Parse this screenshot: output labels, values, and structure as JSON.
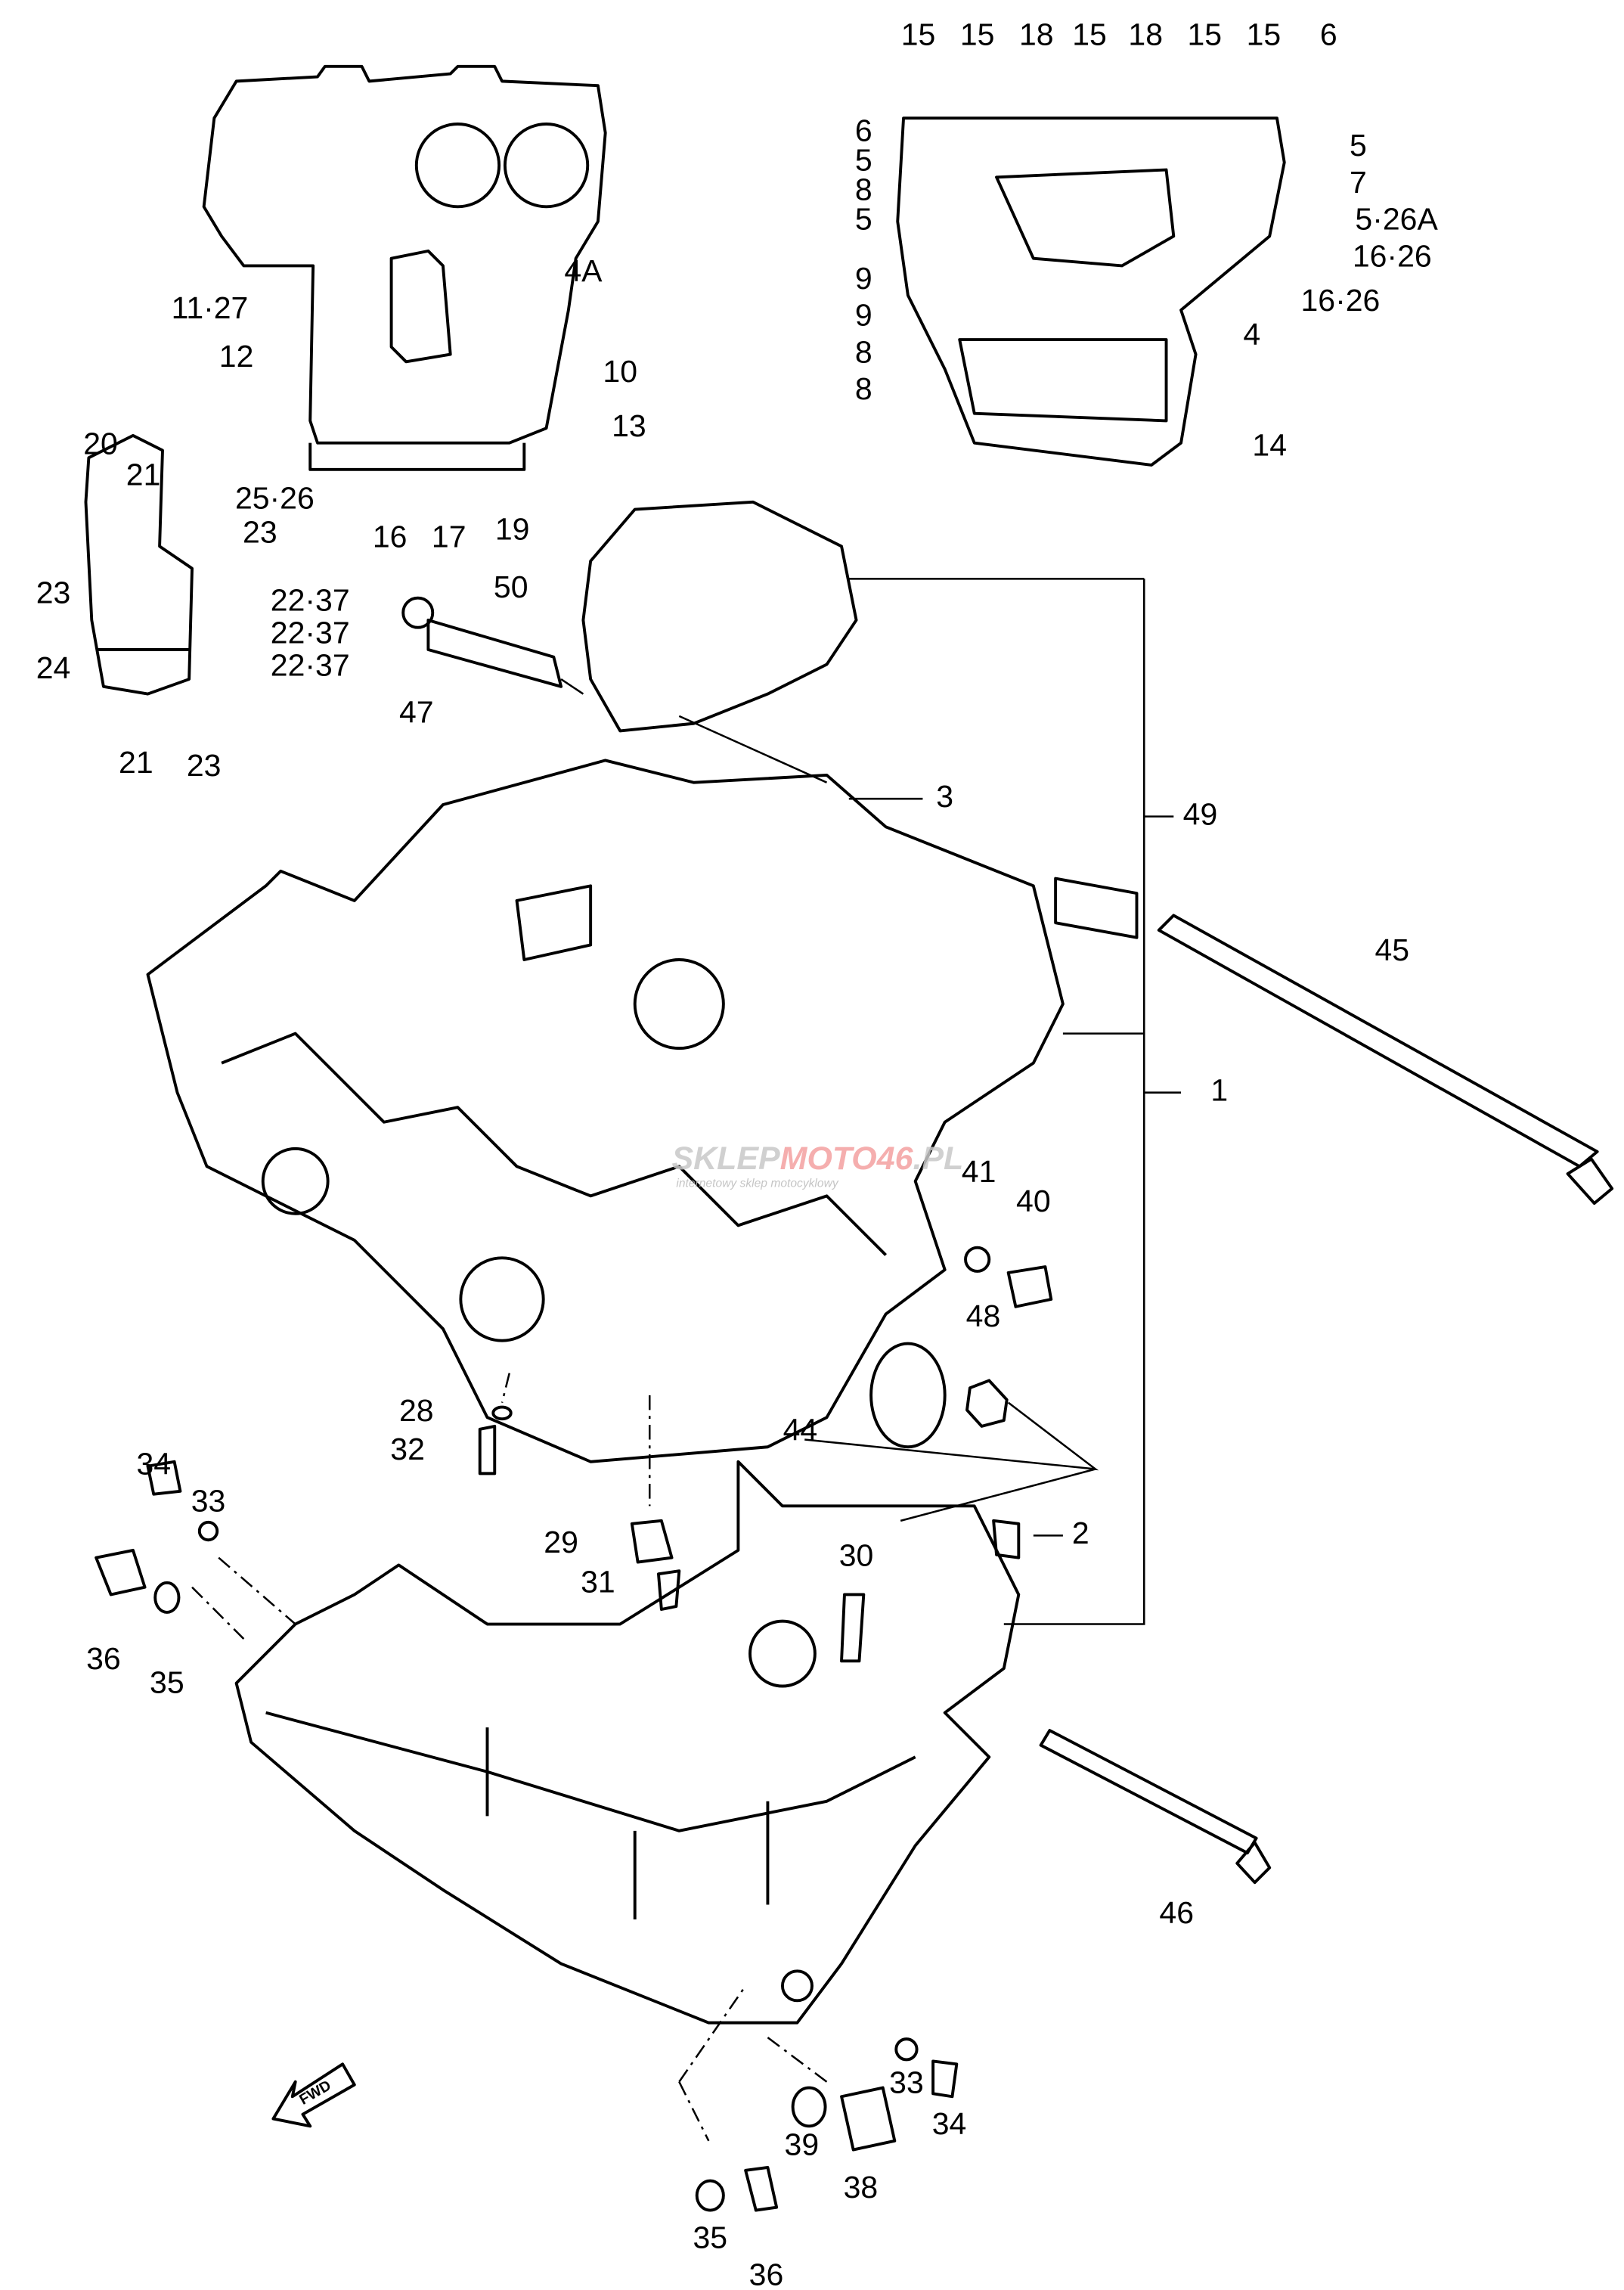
{
  "labels": [
    "15",
    "15",
    "18",
    "15",
    "18",
    "15",
    "15",
    "6",
    "6",
    "5",
    "8",
    "5",
    "9",
    "9",
    "8",
    "8",
    "5",
    "7",
    "5·26A",
    "16·26",
    "16·26",
    "4",
    "14",
    "4A",
    "11·27",
    "12",
    "10",
    "13",
    "16",
    "17",
    "19",
    "20",
    "21",
    "25·26",
    "23",
    "23",
    "22·37",
    "22·37",
    "22·37",
    "24",
    "21",
    "23",
    "50",
    "47",
    "3",
    "49",
    "45",
    "1",
    "41",
    "40",
    "48",
    "28",
    "32",
    "44",
    "29",
    "31",
    "2",
    "30",
    "34",
    "33",
    "36",
    "35",
    "46",
    "33",
    "34",
    "39",
    "38",
    "35",
    "36"
  ],
  "fwd_arrow": {
    "label": "FWD",
    "icon": "fwd-arrow-icon"
  },
  "watermark": {
    "brand_a": "SKLEP",
    "brand_b": "MOTO46",
    "brand_c": ".PL",
    "tagline": "internetowy sklep motocyklowy",
    "color_gray": "#c8c8c8",
    "color_red": "#f4a0a0"
  }
}
